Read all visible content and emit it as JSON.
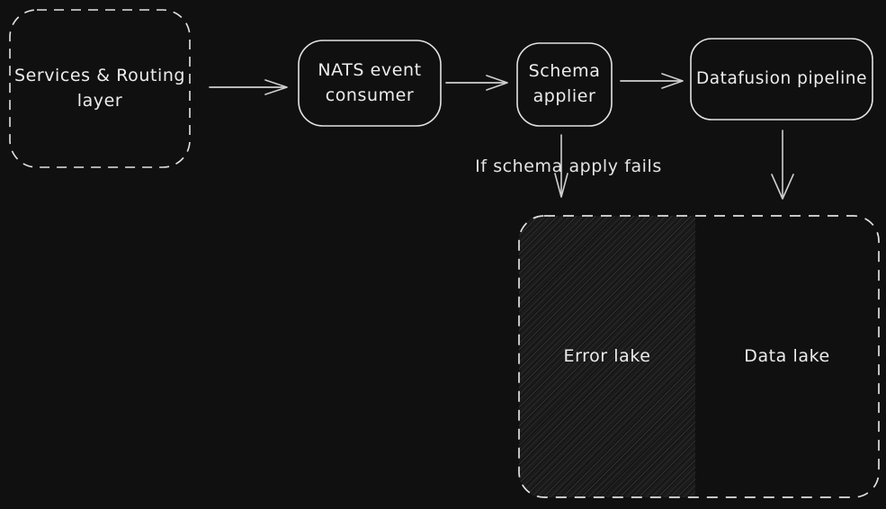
{
  "canvas": {
    "background_color": "#101010",
    "stroke_color": "#e6e6e6",
    "arrow_color": "#cfcfcf",
    "text_color": "#ececec",
    "hatch_fill_color": "#161616"
  },
  "nodes": {
    "services_routing": {
      "label": "Services & Routing layer",
      "border": "dashed"
    },
    "nats_consumer": {
      "label": "NATS event consumer",
      "border": "solid"
    },
    "schema_applier": {
      "label": "Schema applier",
      "border": "solid"
    },
    "datafusion_pipeline": {
      "label": "Datafusion pipeline",
      "border": "solid"
    },
    "lake_container": {
      "label": "",
      "border": "dashed"
    },
    "error_lake": {
      "label": "Error lake",
      "fill": "hatched"
    },
    "data_lake": {
      "label": "Data lake",
      "fill": "none"
    }
  },
  "annotations": {
    "fail_label": "If schema apply fails"
  },
  "edges": [
    {
      "from": "services_routing",
      "to": "nats_consumer",
      "direction": "right"
    },
    {
      "from": "nats_consumer",
      "to": "schema_applier",
      "direction": "right"
    },
    {
      "from": "schema_applier",
      "to": "datafusion_pipeline",
      "direction": "right"
    },
    {
      "from": "schema_applier",
      "to": "error_lake",
      "direction": "down",
      "label": "If schema apply fails"
    },
    {
      "from": "datafusion_pipeline",
      "to": "data_lake",
      "direction": "down"
    }
  ]
}
